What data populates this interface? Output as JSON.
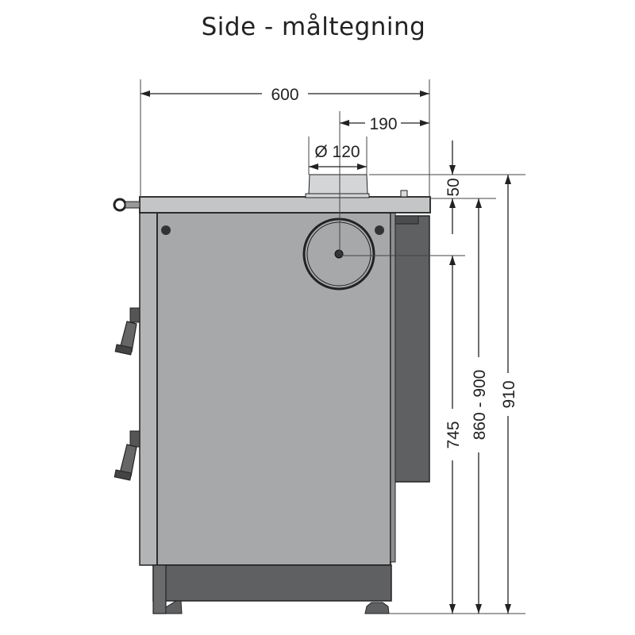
{
  "title": "Side - måltegning",
  "dimensions": {
    "width_total": "600",
    "flue_offset": "190",
    "flue_diameter": "Ø 120",
    "collar_height": "50",
    "flue_center_height": "745",
    "worktop_height": "860 - 900",
    "total_height": "910"
  },
  "colors": {
    "panel": "#a7a8aa",
    "dark": "#5f6062",
    "top": "#c4c5c7",
    "collar": "#d4d5d6"
  }
}
